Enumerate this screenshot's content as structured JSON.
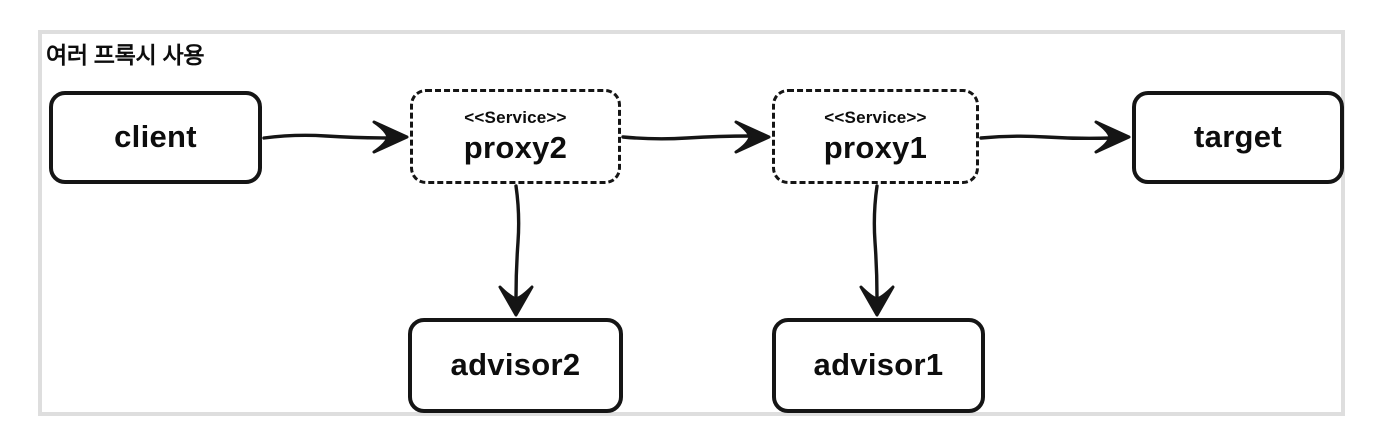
{
  "diagram": {
    "title": "여러 프록시 사용",
    "nodes": {
      "client": {
        "label": "client",
        "shape": "rounded-rect",
        "border": "solid"
      },
      "proxy2": {
        "label": "proxy2",
        "stereotype": "<<Service>>",
        "shape": "rounded-rect",
        "border": "dashed"
      },
      "proxy1": {
        "label": "proxy1",
        "stereotype": "<<Service>>",
        "shape": "rounded-rect",
        "border": "dashed"
      },
      "target": {
        "label": "target",
        "shape": "rounded-rect",
        "border": "solid"
      },
      "advisor2": {
        "label": "advisor2",
        "shape": "rounded-rect",
        "border": "solid"
      },
      "advisor1": {
        "label": "advisor1",
        "shape": "rounded-rect",
        "border": "solid"
      }
    },
    "edges": [
      {
        "from": "client",
        "to": "proxy2",
        "direction": "right",
        "style": "hand-drawn-arrow"
      },
      {
        "from": "proxy2",
        "to": "proxy1",
        "direction": "right",
        "style": "hand-drawn-arrow"
      },
      {
        "from": "proxy1",
        "to": "target",
        "direction": "right",
        "style": "hand-drawn-arrow"
      },
      {
        "from": "proxy2",
        "to": "advisor2",
        "direction": "down",
        "style": "hand-drawn-arrow"
      },
      {
        "from": "proxy1",
        "to": "advisor1",
        "direction": "down",
        "style": "hand-drawn-arrow"
      }
    ],
    "colors": {
      "stroke": "#151515",
      "frame_border": "#dedede",
      "node_fill": "#ffffff"
    }
  }
}
